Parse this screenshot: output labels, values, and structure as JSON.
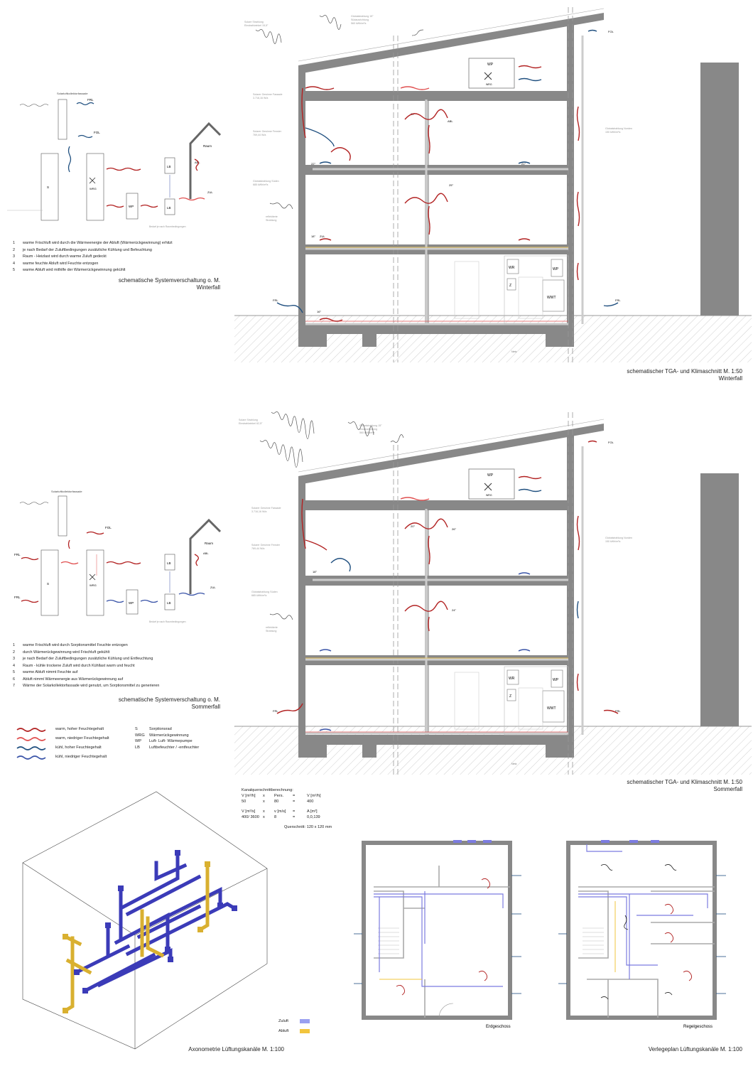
{
  "colors": {
    "warm_humid": "#b22222",
    "warm_dry": "#e05050",
    "cool_humid": "#1f4f7f",
    "cool_dry": "#3a54a8",
    "wall": "#8a8a8a",
    "zuluft": "#9aa0f0",
    "abluft": "#f2c53d",
    "duct_blue": "#3b3bb8",
    "duct_yellow": "#d9b030"
  },
  "winter": {
    "schema": {
      "facade_label": "Solarluftkollektorfassade",
      "frl": "FRL",
      "fol": "FOL",
      "s": "S",
      "wrg": "WRG",
      "wp": "WP",
      "lb_top": "LB",
      "lb_bottom": "LB",
      "raum": "Raum",
      "abl": "ABL",
      "zul": "ZUL",
      "bedarf": "Bedarf je nach Raumbedingungen"
    },
    "notes": [
      {
        "n": "1",
        "text": "warme Frischluft wird durch die Wärmeenergie der Abluft (Wärmerückgewinnung) erhitzt"
      },
      {
        "n": "2",
        "text": "je nach Bedarf der Zuluftbedingungen zusätzliche Kühlung und Befeuchtung"
      },
      {
        "n": "3",
        "text": "Raum - Heizlast wird durch warme Zuluft gedeckt"
      },
      {
        "n": "4",
        "text": "warme feuchte Abluft wird Feuchte entzogen"
      },
      {
        "n": "5",
        "text": "warme Abluft wird mithilfe der Wärmerückgewinnung gekühlt"
      }
    ],
    "schema_caption": [
      "schematische Systemverschaltung o. M.",
      "Winterfall"
    ],
    "section": {
      "solar_label": [
        "Solare Strahlung",
        "Einstrahlwinkel 15,5°"
      ],
      "global_label": [
        "Globalstrahlung 15°",
        "Südausrichtung",
        "560 kWh/m²a"
      ],
      "facade_gain": [
        "Solarer Gewinne Fassade",
        "3.716,16 W/a"
      ],
      "window_gain": [
        "Solarer Gewinne Fenster",
        "769,44 W/a"
      ],
      "global_south": [
        "Globalstrahlung Süden",
        "685 kWh/m²a"
      ],
      "infrared": [
        "reflektierte",
        "Strahlung"
      ],
      "global_north": [
        "Globalstrahlung Norden",
        "150 kWh/m²a"
      ],
      "wp_label": "WP",
      "wrg_label": "WRG",
      "wr": "WR",
      "z": "Z",
      "wp2": "WP",
      "wwt": "WWT",
      "frl_left": "FRL",
      "frl_right": "FRL",
      "fol": "FOL",
      "t22": "22°",
      "t20": "20°",
      "t25": "25°",
      "t21": "21°",
      "t18": "18°",
      "t16": "16°",
      "abl": "ABL",
      "zul": "ZUL",
      "netz": "Netz"
    },
    "caption": [
      "schematischer TGA- und Klimaschnitt M. 1:50",
      "Winterfall"
    ]
  },
  "summer": {
    "schema": {
      "facade_label": "Solarluftkollektorfassade",
      "frl_top": "FRL",
      "frl_bottom": "FRL",
      "fol": "FOL",
      "s": "S",
      "wrg": "WRG",
      "wp": "WP",
      "lb_top": "LB",
      "lb_bottom": "LB",
      "raum": "Raum",
      "abl": "ABL",
      "zul": "ZUL",
      "bedarf": "Bedarf je nach Raumbedingungen"
    },
    "notes": [
      {
        "n": "1",
        "text": "warme Frischluft wird durch Sorptionsmittel Feuchte entzogen"
      },
      {
        "n": "2",
        "text": "durch Wärmerückgewinnung wird Frischluft gekühlt"
      },
      {
        "n": "3",
        "text": "je nach Bedarf der Zuluftbedingungen zusätzliche Kühlung und Entfeuchtung"
      },
      {
        "n": "4",
        "text": "Raum - kühle trockene Zuluft wird durch Kühllast warm und feucht"
      },
      {
        "n": "5",
        "text": "warme Abluft nimmt Feuchte auf"
      },
      {
        "n": "6",
        "text": "Abluft nimmt Wärmeenergie aus Wärmerückgewinnung auf"
      },
      {
        "n": "7",
        "text": "Wärme der Solarkollektorfassade wird genutzt, um Sorptionsmittel zu generieren"
      }
    ],
    "schema_caption": [
      "schematische Systemverschaltung o. M.",
      "Sommerfall"
    ],
    "section": {
      "solar_label": [
        "Solare Strahlung",
        "Einstrahlwinkel 62,5°"
      ],
      "global_label": [
        "Globalstrahlung 15°",
        "Südausrichtung",
        "560 kWh/m²a"
      ],
      "facade_gain": [
        "Solarer Gewinne Fassade",
        "3.716,16 W/a"
      ],
      "window_gain": [
        "Solarer Gewinne Fenster",
        "769,44 W/a"
      ],
      "global_south": [
        "Globalstrahlung Süden",
        "685 kWh/m²a"
      ],
      "infrared": [
        "reflektierte",
        "Strahlung"
      ],
      "global_north": [
        "Globalstrahlung Norden",
        "150 kWh/m²a"
      ],
      "wp_label": "WP",
      "wrg_label": "WRG",
      "wr": "WR",
      "z": "Z",
      "wp2": "WP",
      "wwt": "WWT",
      "frl_left": "FRL",
      "frl_right": "FRL",
      "fol": "FOL",
      "t26": "26°",
      "t24": "24°",
      "t18": "18°",
      "t20": "20°",
      "netz": "Netz"
    },
    "caption": [
      "schematischer TGA- und Klimaschnitt M. 1:50",
      "Sommerfall"
    ]
  },
  "legend": [
    {
      "color_key": "warm_humid",
      "label": "warm, hoher Feuchtegehalt"
    },
    {
      "color_key": "warm_dry",
      "label": "warm, niedriger Feuchtegehalt"
    },
    {
      "color_key": "cool_humid",
      "label": "kühl, hoher Feuchtegehalt"
    },
    {
      "color_key": "cool_dry",
      "label": "kühl, niedriger Feuchtegehalt"
    }
  ],
  "abbreviations": [
    {
      "k": "S",
      "v": "Sorptionsrad"
    },
    {
      "k": "WRG",
      "v": "Wärmerückgewinnung"
    },
    {
      "k": "WP",
      "v": "Luft- Luft- Wärmepumpe"
    },
    {
      "k": "LB",
      "v": "Luftbefeuchter / -entfeuchter"
    }
  ],
  "calc": {
    "title": "Kanalquerschnittberechnung:",
    "rows": [
      [
        "V [m³/h]",
        "x",
        "Pers.",
        "=",
        "V [m³/h]"
      ],
      [
        "50",
        "x",
        "80",
        "=",
        "400"
      ],
      [
        "",
        "",
        "",
        "",
        ""
      ],
      [
        "V [m³/s]",
        "x",
        "v [m/s]",
        "=",
        "A [m²]"
      ],
      [
        "400/ 3600",
        "x",
        "8",
        "=",
        "0,0,139"
      ]
    ],
    "result": "Querschnitt: 120 x 120 mm"
  },
  "axo": {
    "zuluft": "Zuluft",
    "abluft": "Abluft",
    "caption": "Axonometrie Lüftungskanäle M. 1:100"
  },
  "plans": {
    "eg": "Erdgeschoss",
    "rg": "Regelgeschoss",
    "caption": "Verlegeplan Lüftungskanäle M. 1:100"
  }
}
